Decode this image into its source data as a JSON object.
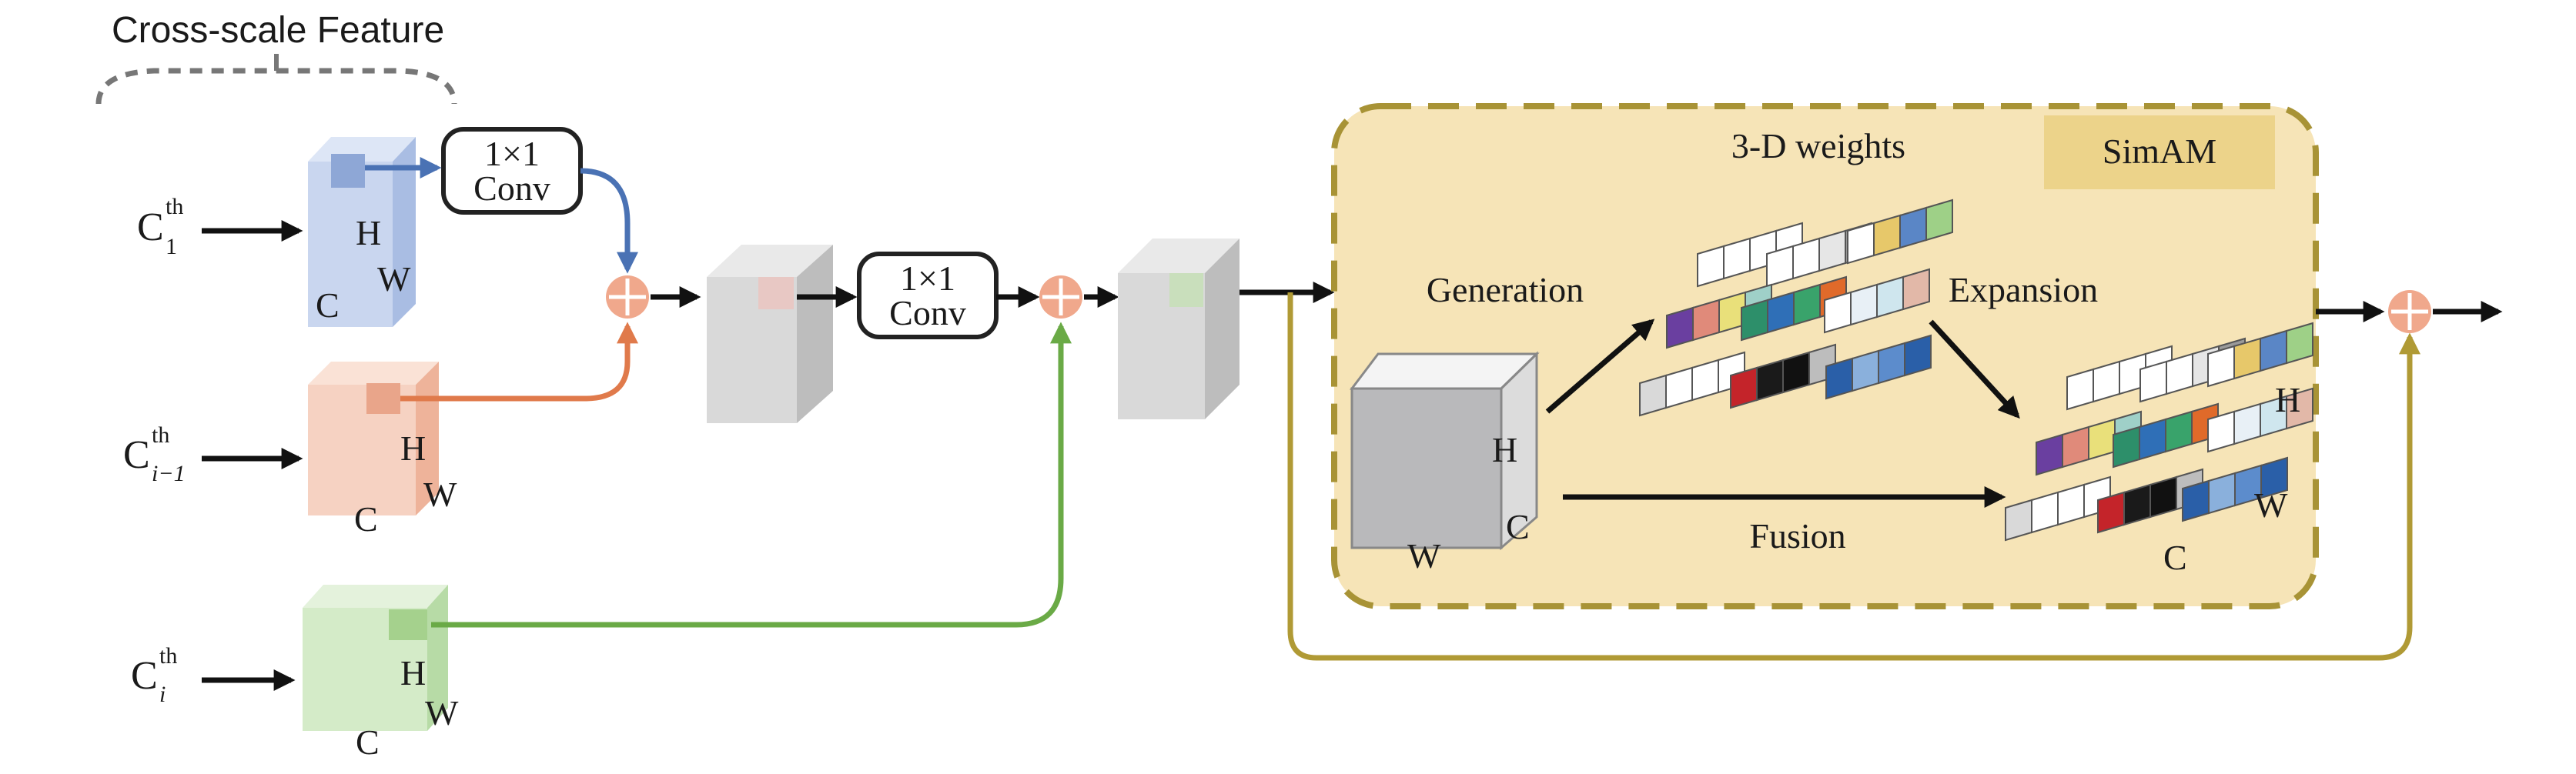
{
  "top_label": "Cross-scale Feature",
  "inputs": [
    {
      "base": "C",
      "sup": "th",
      "sub": "1"
    },
    {
      "base": "C",
      "sup": "th",
      "sub": "i−1"
    },
    {
      "base": "C",
      "sup": "th",
      "sub": "i"
    }
  ],
  "conv1": {
    "line1": "1×1",
    "line2": "Conv"
  },
  "conv2": {
    "line1": "1×1",
    "line2": "Conv"
  },
  "dims": {
    "h": "H",
    "w": "W",
    "c": "C"
  },
  "simam": {
    "badge": "SimAM",
    "weights_label": "3-D weights",
    "generation": "Generation",
    "expansion": "Expansion",
    "fusion": "Fusion"
  },
  "colors": {
    "blue_cube": "#c9d6ef",
    "red_cube": "#f6d2c2",
    "green_cube": "#d4ebc8",
    "gray_cube": "#d9d9d9",
    "simam_bg": "#f6e4b7",
    "simam_border": "#a89336",
    "badge_bg": "#ecd38a",
    "plus": "#f0a88c",
    "blue_line": "#4a72b4",
    "orange_line": "#e07a4b",
    "green_line": "#6aaa46",
    "skip_line": "#b09a35"
  }
}
